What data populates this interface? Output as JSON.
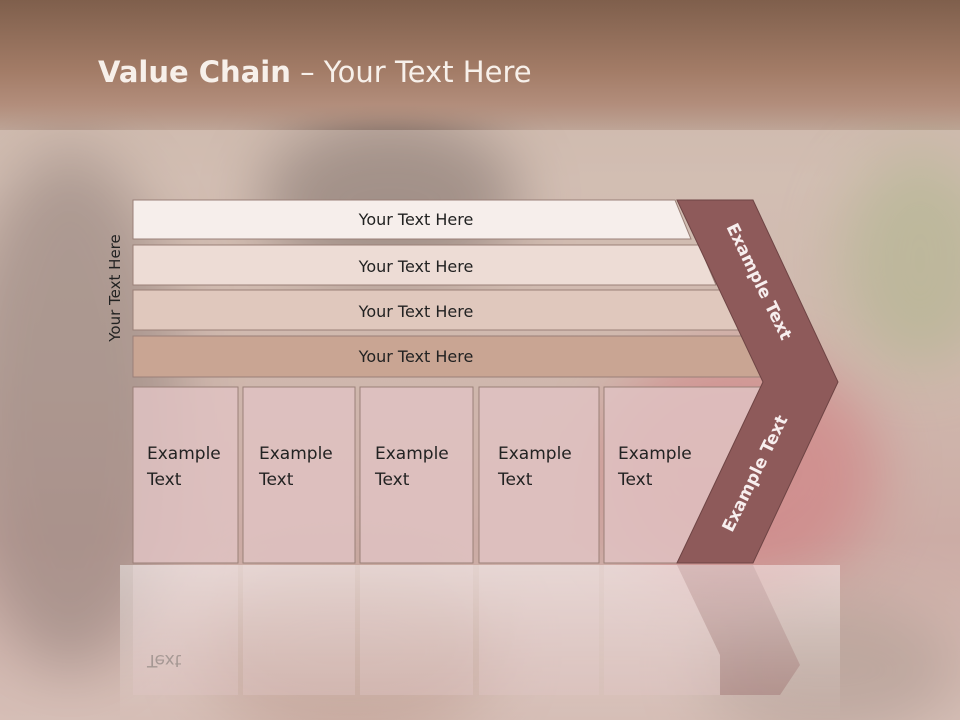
{
  "title": {
    "bold": "Value Chain",
    "rest": " – Your Text Here"
  },
  "side_label": "Your Text Here",
  "rows": [
    "Your Text Here",
    "Your Text Here",
    "Your Text Here",
    "Your Text Here"
  ],
  "columns": [
    [
      "Example",
      "Text"
    ],
    [
      "Example",
      "Text"
    ],
    [
      "Example",
      "Text"
    ],
    [
      "Example",
      "Text"
    ],
    [
      "Example",
      "Text"
    ]
  ],
  "chevron_top": "Example Text",
  "chevron_bottom": "Example Text",
  "colors": {
    "row1": "#f6eeeb",
    "row2": "#eddcd5",
    "row3": "#e0c8bd",
    "row4": "#c9a593",
    "column": "#dfc2c2",
    "chevron": "#8e5a5a",
    "header": "#9b7663"
  }
}
